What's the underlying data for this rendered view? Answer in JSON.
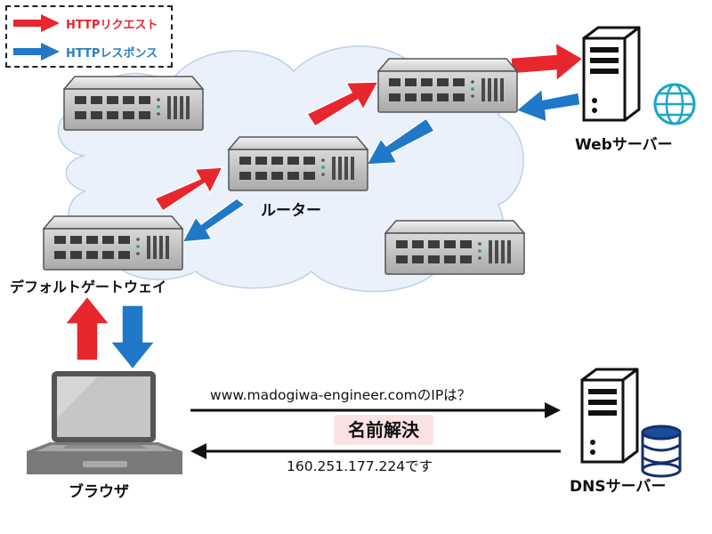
{
  "legend": {
    "request_label": "HTTPリクエスト",
    "response_label": "HTTPレスポンス",
    "request_color": "#e8262e",
    "response_color": "#1f78c8"
  },
  "labels": {
    "web_server": "Webサーバー",
    "router": "ルーター",
    "default_gateway": "デフォルトゲートウェイ",
    "browser": "ブラウザ",
    "dns_server": "DNSサーバー"
  },
  "dns": {
    "query": "www.madogiwa-engineer.comのIPは？",
    "resolution": "名前解決",
    "answer": "160.251.177.224です"
  },
  "icons": [
    "router-icon",
    "web-server-icon",
    "globe-icon",
    "laptop-icon",
    "dns-server-icon",
    "database-icon",
    "cloud-icon"
  ]
}
